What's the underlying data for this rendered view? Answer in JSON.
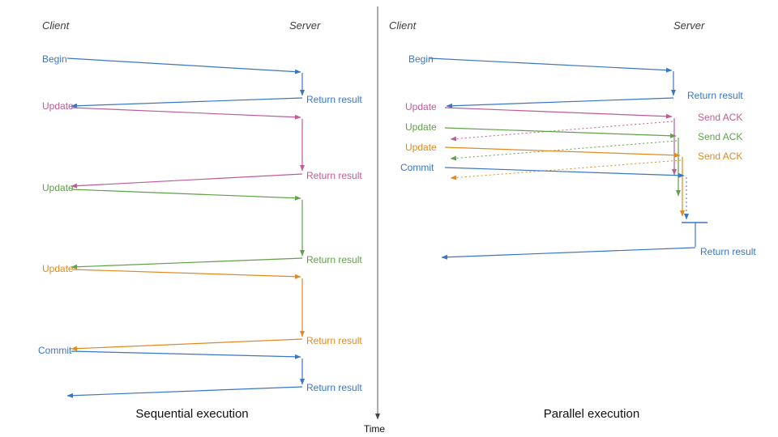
{
  "diagram": {
    "time_axis_label": "Time",
    "colors": {
      "blue": "#3A76C4",
      "pink": "#C25A96",
      "green": "#5FA048",
      "orange": "#E08A1F",
      "axis": "#555555",
      "header_text": "#3d3d3d"
    }
  },
  "left": {
    "header_client": "Client",
    "header_server": "Server",
    "caption": "Sequential execution",
    "messages": [
      {
        "label": "Begin",
        "response": "Return result",
        "color": "blue"
      },
      {
        "label": "Update",
        "response": "Return result",
        "color": "pink"
      },
      {
        "label": "Update",
        "response": "Return result",
        "color": "green"
      },
      {
        "label": "Update",
        "response": "Return result",
        "color": "orange"
      },
      {
        "label": "Commit",
        "response": "Return result",
        "color": "blue"
      }
    ]
  },
  "right": {
    "header_client": "Client",
    "header_server": "Server",
    "caption": "Parallel execution",
    "messages": [
      {
        "label": "Begin",
        "response": "Return result",
        "color": "blue"
      },
      {
        "label": "Update",
        "response": "Send ACK",
        "color": "pink"
      },
      {
        "label": "Update",
        "response": "Send ACK",
        "color": "green"
      },
      {
        "label": "Update",
        "response": "Send ACK",
        "color": "orange"
      },
      {
        "label": "Commit",
        "response": "Return result",
        "color": "blue"
      }
    ]
  }
}
